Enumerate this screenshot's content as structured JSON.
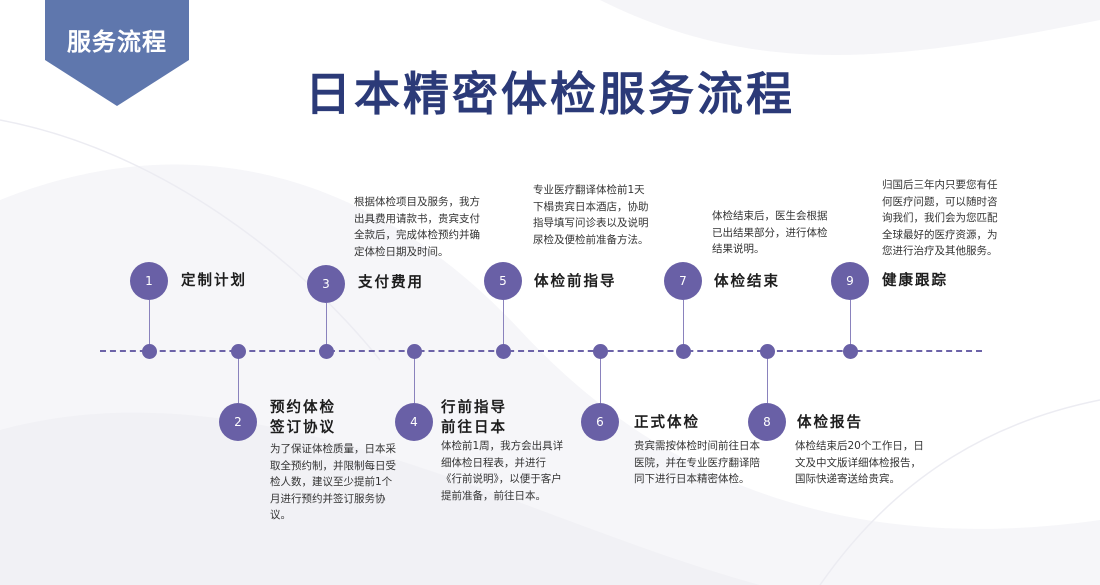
{
  "badge": {
    "label": "服务流程"
  },
  "title": "日本精密体检服务流程",
  "colors": {
    "accent": "#6960a6",
    "title": "#2b3a78",
    "badge": "#5f77ad"
  },
  "steps": [
    {
      "number": "1",
      "title": "定制计划",
      "description": ""
    },
    {
      "number": "2",
      "title": "预约体检\n签订协议",
      "description": "为了保证体检质量，日本采取全预约制，并限制每日受检人数，建议至少提前1个月进行预约并签订服务协议。"
    },
    {
      "number": "3",
      "title": "支付费用",
      "description": "根据体检项目及服务，我方出具费用请款书，贵宾支付全款后，完成体检预约并确定体检日期及时间。"
    },
    {
      "number": "4",
      "title": "行前指导\n前往日本",
      "description": "体检前1周，我方会出具详细体检日程表，并进行《行前说明》，以便于客户提前准备，前往日本。"
    },
    {
      "number": "5",
      "title": "体检前指导",
      "description": "专业医疗翻译体检前1天下榻贵宾日本酒店，协助指导填写问诊表以及说明尿检及便检前准备方法。"
    },
    {
      "number": "6",
      "title": "正式体检",
      "description": "贵宾需按体检时间前往日本医院，并在专业医疗翻译陪同下进行日本精密体检。"
    },
    {
      "number": "7",
      "title": "体检结束",
      "description": "体检结束后，医生会根据已出结果部分，进行体检结果说明。"
    },
    {
      "number": "8",
      "title": "体检报告",
      "description": "体检结束后20个工作日，日文及中文版详细体检报告，国际快递寄送给贵宾。"
    },
    {
      "number": "9",
      "title": "健康跟踪",
      "description": "归国后三年内只要您有任何医疗问题，可以随时咨询我们，我们会为您匹配全球最好的医疗资源，为您进行治疗及其他服务。"
    }
  ]
}
